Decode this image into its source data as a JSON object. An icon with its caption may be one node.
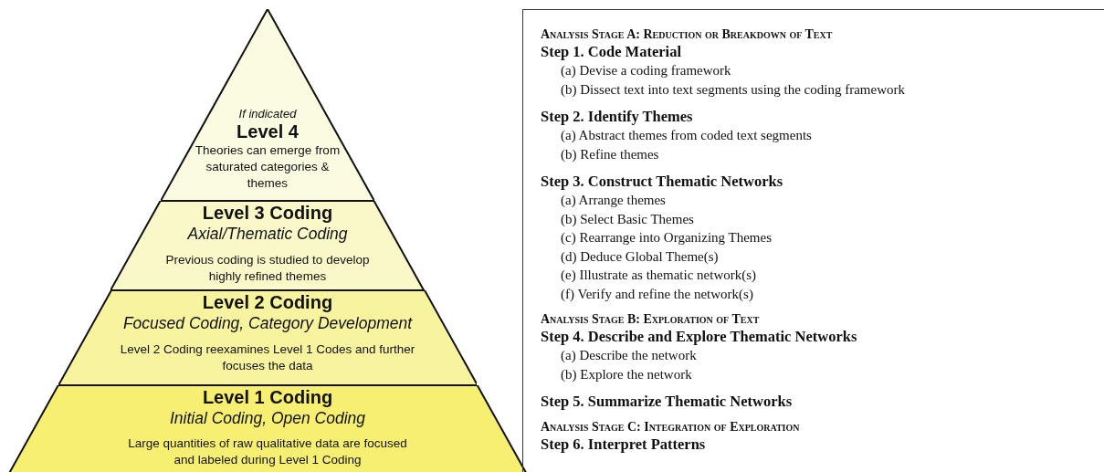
{
  "diagram": {
    "nodes": [
      {
        "text": [
          "If indicated",
          "Level 4",
          "Theories can emerge from saturated categories & themes"
        ]
      },
      {
        "text": [
          "Level 3 Coding",
          "Axial/Thematic Coding",
          "Previous coding is studied to develop highly refined themes"
        ]
      },
      {
        "text": [
          "Level 2 Coding",
          "Focused Coding, Category Development",
          "Level 2 Coding reexamines Level 1 Codes and further focuses the data"
        ]
      },
      {
        "text": [
          "Level 1 Coding",
          "Initial Coding, Open Coding",
          "Large quantities of raw qualitative data are focused and labeled during Level 1 Coding"
        ]
      },
      {
        "text": [
          "Analysis Stage A: Reduction or Breakdown of Text",
          "Step 1. Code Material",
          "(a) Devise a coding framework",
          "(b) Dissect text into text segments using the coding framework",
          "Step 2. Identify Themes",
          "(a) Abstract themes from coded text segments",
          "(b) Refine themes",
          "Step 3. Construct Thematic Networks",
          "(a) Arrange themes",
          "(b) Select Basic Themes",
          "(c) Rearrange into Organizing Themes",
          "(d) Deduce Global Theme(s)",
          "(e) Illustrate as thematic network(s)",
          "(f) Verify and refine the network(s)",
          "Analysis Stage B: Exploration of Text",
          "Step 4. Describe and Explore Thematic Networks",
          "(a) Describe the network",
          "(b) Explore the network",
          "Step 5. Summarize Thematic Networks",
          "Analysis Stage C: Integration of Exploration",
          "Step 6. Interpret Patterns"
        ]
      }
    ],
    "edges": []
  }
}
